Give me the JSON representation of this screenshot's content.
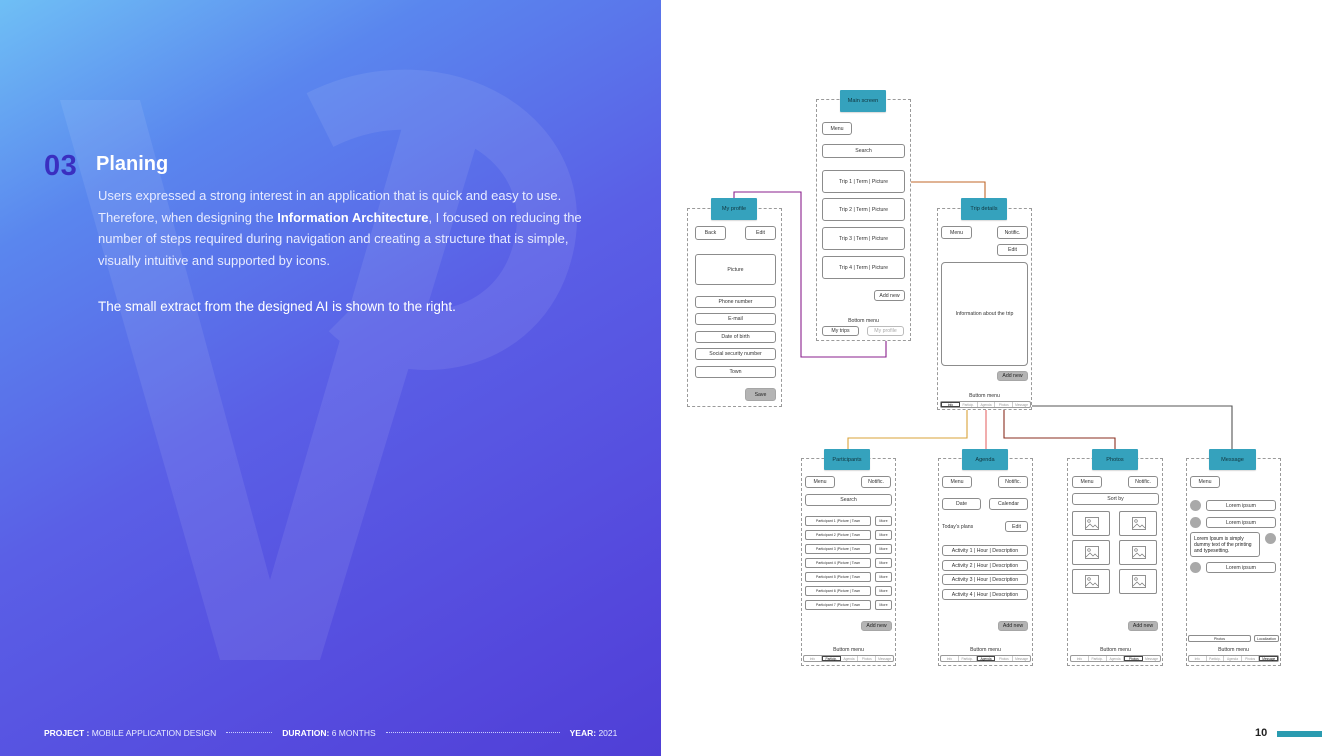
{
  "header": {
    "number": "03",
    "title": "Planing",
    "para_1": "Users expressed a strong interest in an application that is quick and easy to use. Therefore, when designing the ",
    "para_bold": "Information Architecture",
    "para_2": ", I focused on reducing the number of steps required during navigation and creating a structure that is simple, visually intuitive and supported by icons.",
    "note": "The small extract from the designed AI is shown to the right."
  },
  "footer": {
    "project_label": "PROJECT :",
    "project_value": "MOBILE APPLICATION DESIGN",
    "duration_label": "DURATION:",
    "duration_value": "6 MONTHS",
    "year_label": "YEAR:",
    "year_value": "2021"
  },
  "page_number": "10",
  "colors": {
    "accent": "#35a2bd",
    "page_bar": "#2a9bb0",
    "line_orange": "#c0672a",
    "line_purple": "#8a1f8c",
    "line_yellow": "#d8a33a",
    "line_red": "#e56a6a",
    "line_brown": "#8a2e1f",
    "line_dark": "#555555"
  },
  "main_screen": {
    "title": "Main screen",
    "menu": "Menu",
    "search": "Search",
    "trips": [
      "Trip 1 | Term | Picture",
      "Trip 2 | Term | Picture",
      "Trip 3 | Term | Picture",
      "Trip 4 | Term | Picture"
    ],
    "add_new": "Add new",
    "bottom_menu": "Bottom menu",
    "my_trips": "My trips",
    "my_profile": "My profile"
  },
  "my_profile": {
    "title": "My profile",
    "back": "Back",
    "edit": "Edit",
    "picture": "Picture",
    "fields": [
      "Phone number",
      "E-mail",
      "Date of birth",
      "Social security number",
      "Town"
    ],
    "save": "Save"
  },
  "trip_details": {
    "title": "Trip details",
    "menu": "Menu",
    "notific": "Notific.",
    "edit": "Edit",
    "info": "Information about the trip",
    "add_new": "Add new",
    "bottom_menu": "Buttom menu",
    "tabs": [
      "Info",
      "Particip.",
      "Agenda",
      "Photos",
      "Message"
    ]
  },
  "participants": {
    "title": "Participants",
    "menu": "Menu",
    "notific": "Notific.",
    "search": "Search",
    "rows": [
      "Participant 1 |Picture | Town",
      "Participant 2 |Picture | Town",
      "Participant 3 |Picture | Town",
      "Participant 4 |Picture | Town",
      "Participant 5 |Picture | Town",
      "Participant 6 |Picture | Town",
      "Participant 7 |Picture | Town"
    ],
    "more": "More",
    "add_new": "Add new",
    "bottom_menu": "Buttom menu",
    "tabs": [
      "Info",
      "Particip.",
      "Agenda",
      "Photos",
      "Message"
    ]
  },
  "agenda": {
    "title": "Agenda",
    "menu": "Menu",
    "notific": "Notific.",
    "date": "Date",
    "calendar": "Calendar",
    "todays_plans": "Today's plans",
    "edit": "Edit",
    "activities": [
      "Activity 1 | Hour | Description",
      "Activity 2 | Hour | Description",
      "Activity 3 | Hour | Description",
      "Activity 4 | Hour | Description"
    ],
    "add_new": "Add new",
    "bottom_menu": "Buttom menu",
    "tabs": [
      "Info",
      "Particip.",
      "Agenda",
      "Photos",
      "Message"
    ]
  },
  "photos": {
    "title": "Photos",
    "menu": "Menu",
    "notific": "Notific.",
    "sort_by": "Sort by",
    "add_new": "Add new",
    "bottom_menu": "Buttom menu",
    "tabs": [
      "Info",
      "Particip.",
      "Agenda",
      "Photos",
      "Message"
    ]
  },
  "message": {
    "title": "Message",
    "menu": "Menu",
    "lorem_1": "Lorem ipsum",
    "lorem_2": "Lorem ipsum",
    "lorem_long": "Lorem Ipsum is simply dummy text of the printing and typesetting.",
    "lorem_3": "Lorem ipsum",
    "photos": "Photos",
    "localization": "Localization",
    "bottom_menu": "Buttom menu",
    "tabs": [
      "Info",
      "Particip.",
      "Agenda",
      "Photos",
      "Message"
    ]
  }
}
